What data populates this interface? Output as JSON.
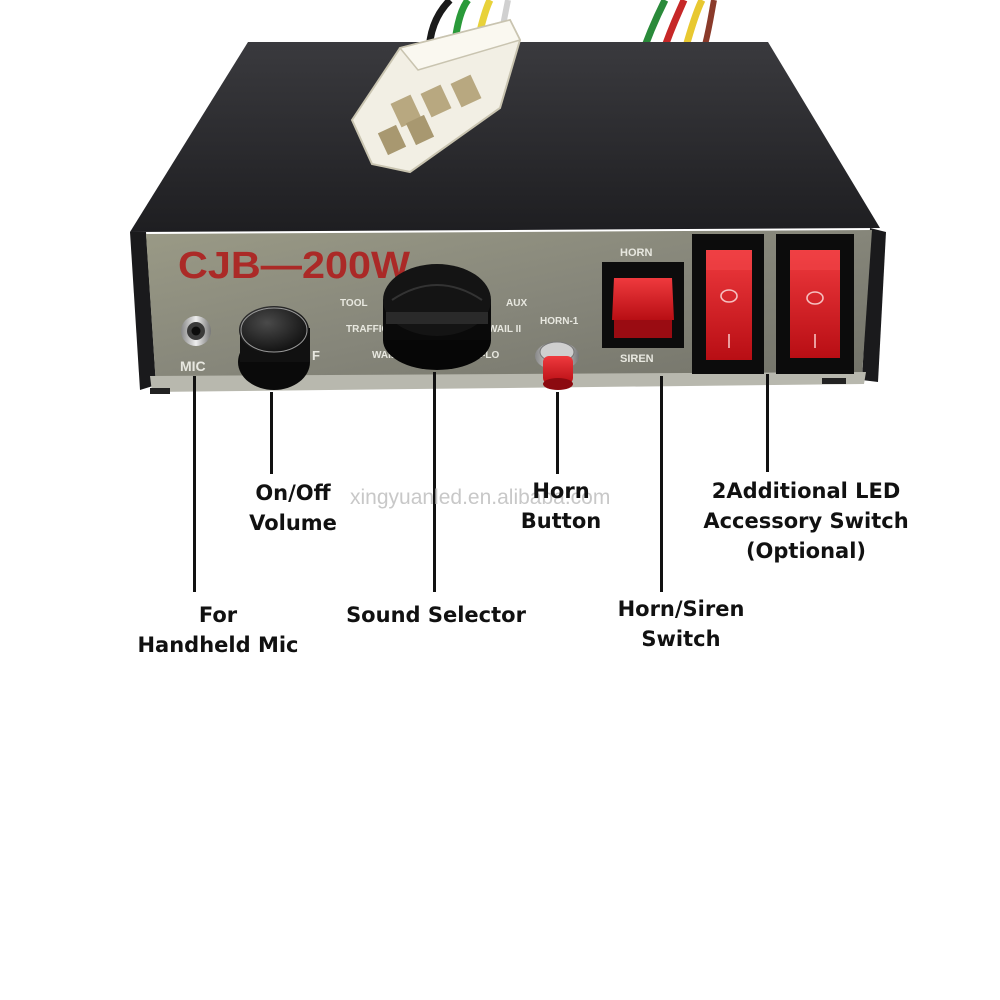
{
  "device": {
    "model": "CJB—200W",
    "mic_label": "MIC",
    "volume_mark": "F",
    "selector_labels": {
      "tool": "TOOL",
      "aux": "AUX",
      "traffic": "TRAFFIC",
      "wail2": "WAIL II",
      "wail": "WAIL",
      "hilo": "HI-LO"
    },
    "horn_button_label": "HORN-1",
    "rocker_top_label": "HORN",
    "rocker_bottom_label": "SIREN",
    "switch_on_symbol": "I",
    "switch_off_symbol": "O"
  },
  "annotations": {
    "mic": [
      "For",
      "Handheld Mic"
    ],
    "volume": [
      "On/Off",
      "Volume"
    ],
    "selector": [
      "Sound Selector"
    ],
    "horn_button": [
      "Horn",
      "Button"
    ],
    "horn_siren": [
      "Horn/Siren",
      "Switch"
    ],
    "led": [
      "2Additional LED",
      "Accessory Switch",
      "(Optional)"
    ]
  },
  "watermark": "xingyuanled.en.alibaba.com",
  "colors": {
    "case": "#2c2c2e",
    "faceplate": "#8a8a78",
    "model_text": "#b01818",
    "switch_red": "#d8161c",
    "connector": "#f2efe4"
  }
}
